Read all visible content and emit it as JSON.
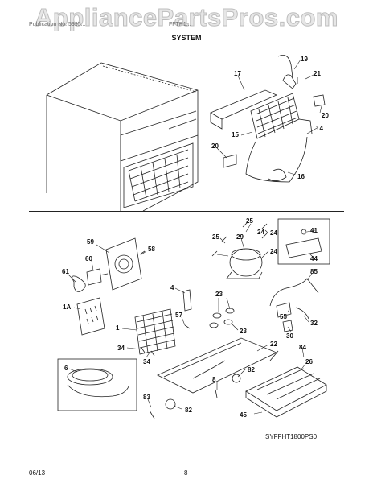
{
  "watermark": "AppliancePartsPros.com",
  "header": {
    "left_text": "Publication No. 5995...",
    "right_text": "FFTR1...",
    "section": "SYSTEM"
  },
  "callouts": {
    "c19": "19",
    "c21": "21",
    "c17": "17",
    "c20a": "20",
    "c20b": "20",
    "c14": "14",
    "c15": "15",
    "c16": "16",
    "c25a": "25",
    "c25b": "25",
    "c24a": "24",
    "c24b": "24",
    "c24c": "24",
    "c29": "29",
    "c41": "41",
    "c44": "44",
    "c59": "59",
    "c58": "58",
    "c60": "60",
    "c61": "61",
    "c1a": "1A",
    "c4": "4",
    "c85": "85",
    "c23": "23",
    "c23b": "23",
    "c57": "57",
    "c1": "1",
    "c55": "55",
    "c32": "32",
    "c30": "30",
    "c22": "22",
    "c84": "84",
    "c34a": "34",
    "c34b": "34",
    "c6": "6",
    "c26": "26",
    "c82a": "82",
    "c82b": "82",
    "c8": "8",
    "c83": "83",
    "c45": "45"
  },
  "model_code": "SYFFHT1800PS0",
  "footer": {
    "date": "06/13",
    "page": "8"
  }
}
